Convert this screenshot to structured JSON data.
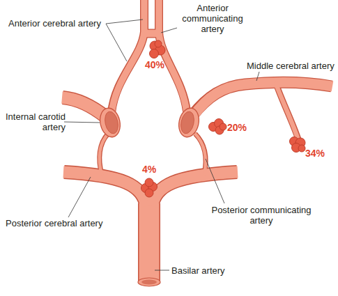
{
  "diagram": {
    "labels": [
      "Anterior cerebral artery",
      "Anterior communicating artery",
      "40%",
      "Middle cerebral artery",
      "Internal carotid artery",
      "20%",
      "34%",
      "4%",
      "Posterior communicating artery",
      "Posterior cerebral artery",
      "Basilar artery"
    ]
  }
}
